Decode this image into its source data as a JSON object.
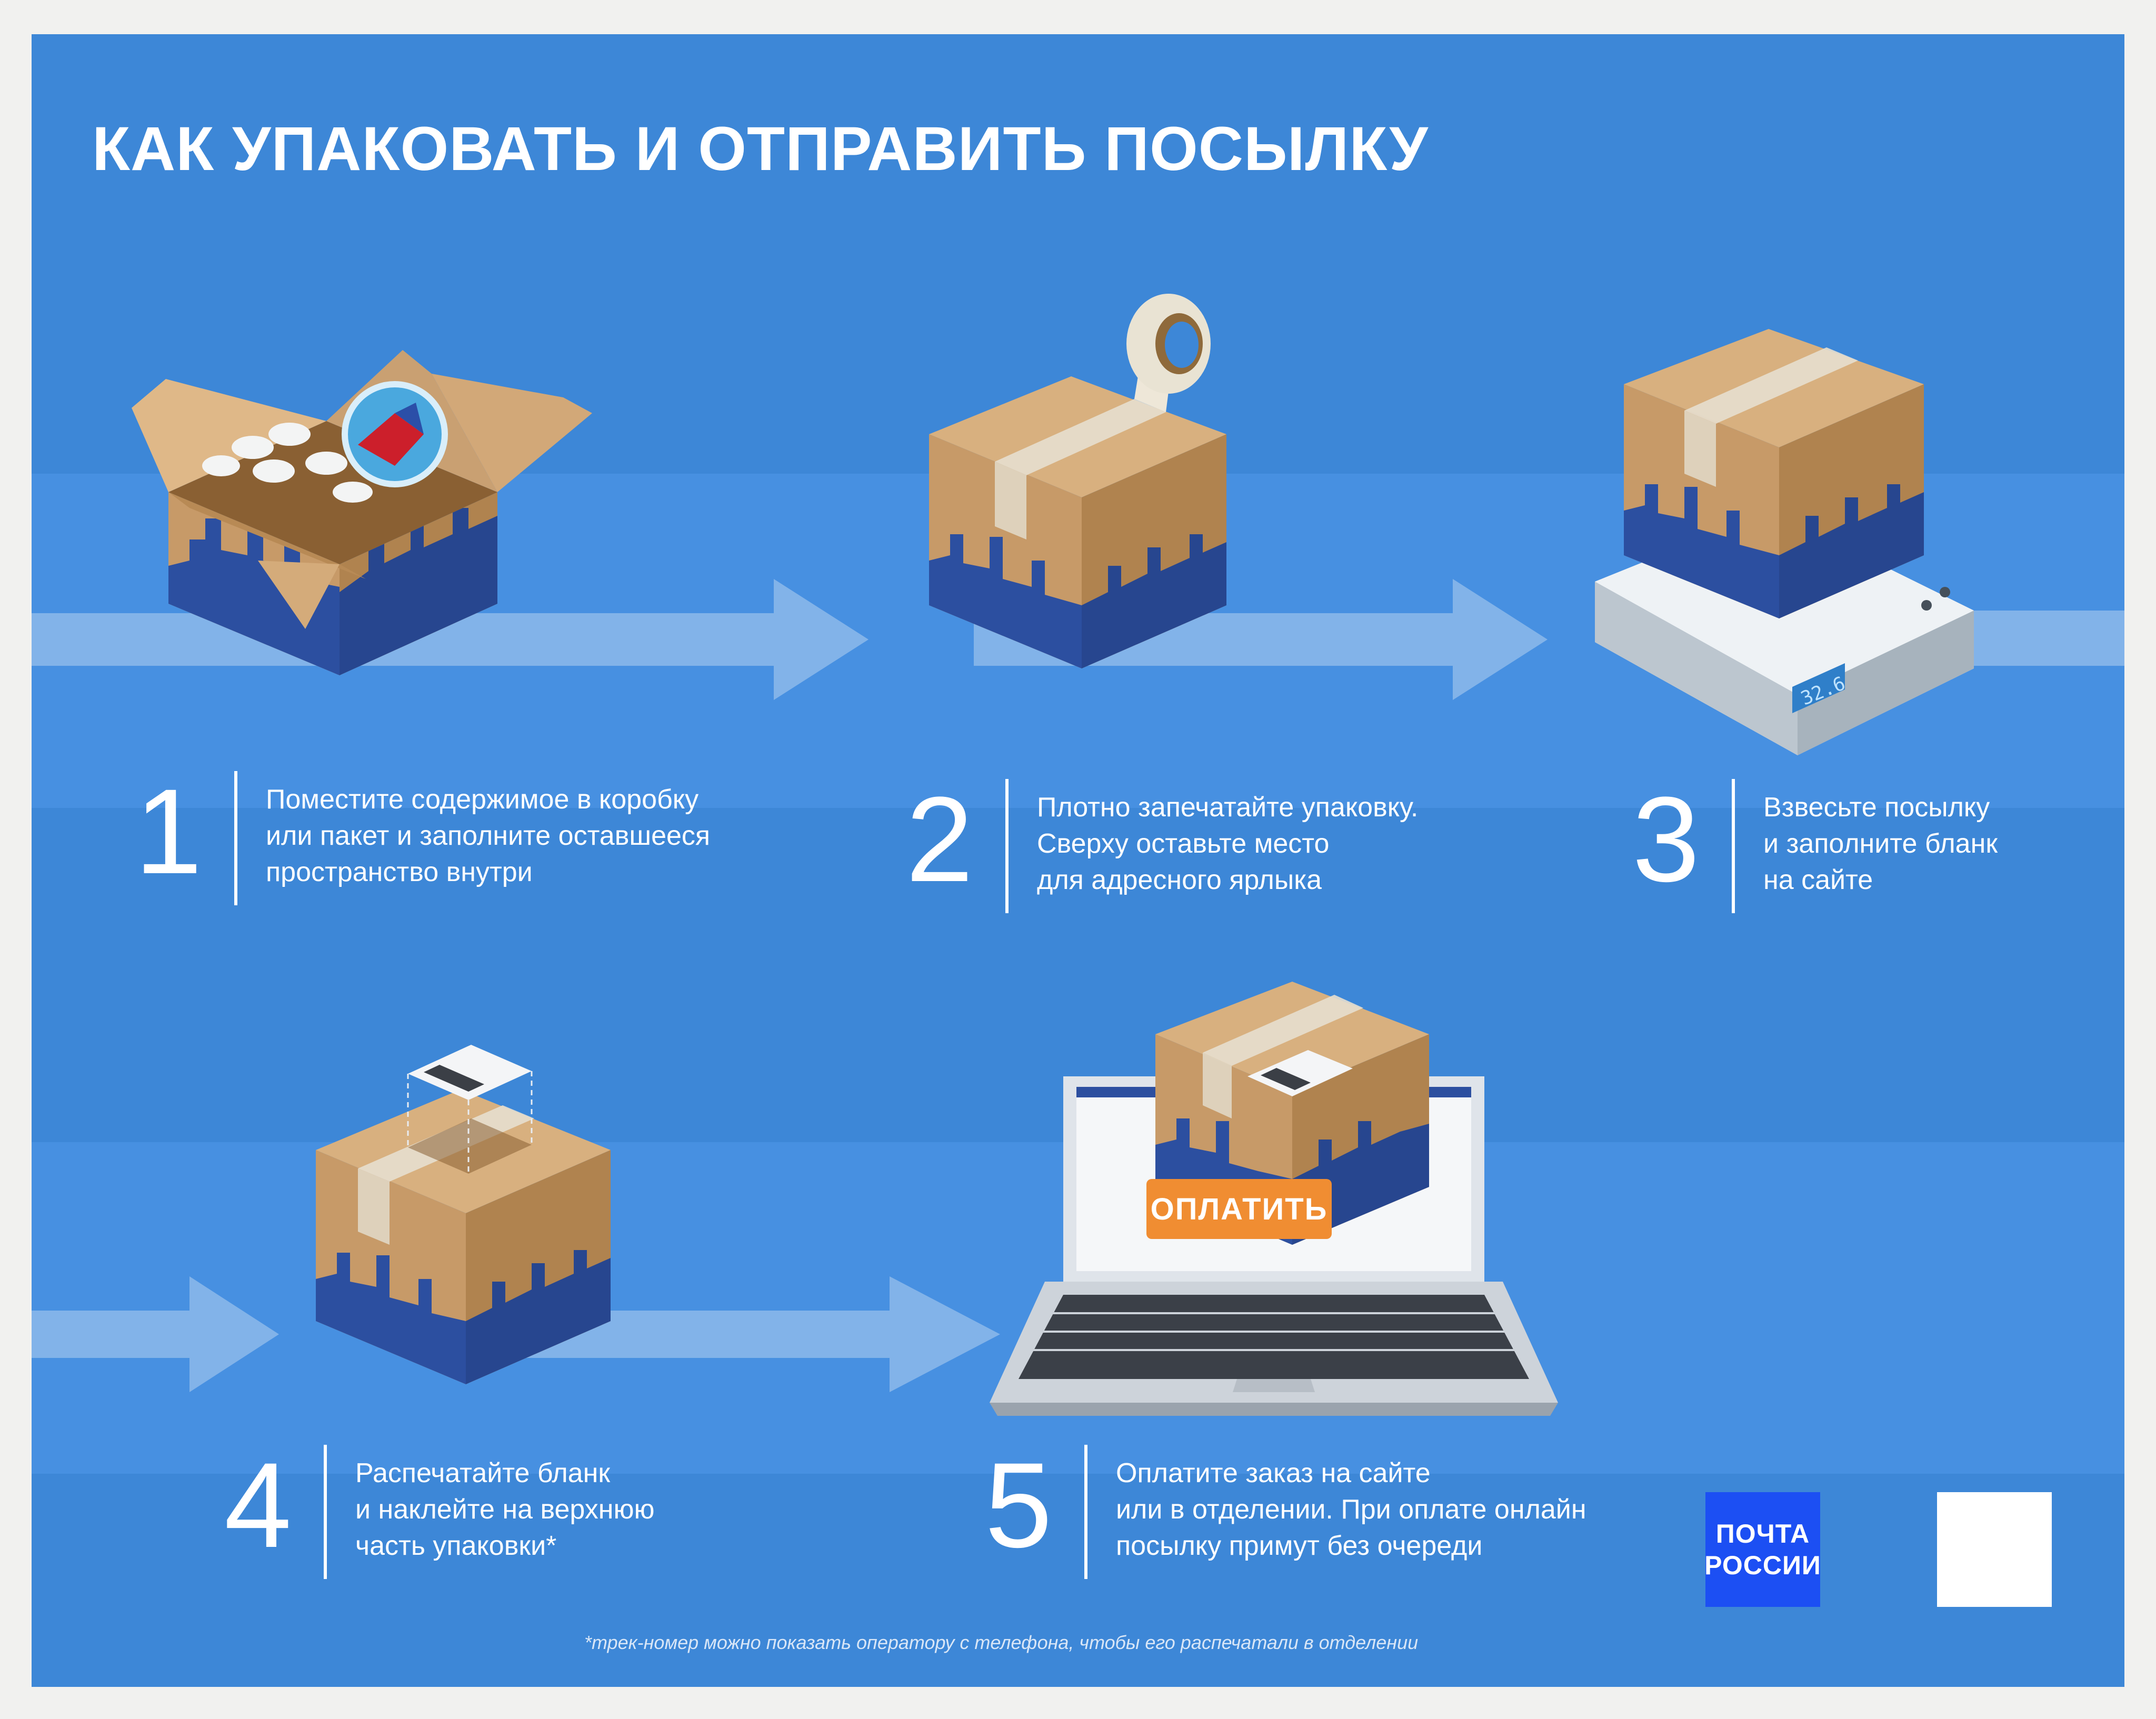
{
  "title": "КАК УПАКОВАТЬ И ОТПРАВИТЬ ПОСЫЛКУ",
  "steps": [
    {
      "number": "1",
      "lines": [
        "Поместите содержимое в коробку",
        "или пакет и заполните оставшееся",
        "пространство внутри"
      ]
    },
    {
      "number": "2",
      "lines": [
        "Плотно запечатайте упаковку.",
        "Сверху оставьте место",
        "для адресного ярлыка"
      ]
    },
    {
      "number": "3",
      "lines": [
        "Взвесьте посылку",
        "и заполните бланк",
        "на сайте"
      ]
    },
    {
      "number": "4",
      "lines": [
        "Распечатайте бланк",
        "и наклейте на верхнюю",
        "часть упаковки*"
      ]
    },
    {
      "number": "5",
      "lines": [
        "Оплатите заказ на сайте",
        "или в отделении. При оплате онлайн",
        "посылку примут без очереди"
      ]
    }
  ],
  "scale_readout": "32.6",
  "pay_button": "ОПЛАТИТЬ",
  "footnote": "*трек-номер можно показать оператору с телефона, чтобы его распечатали в отделении",
  "logo": {
    "line1": "ПОЧТА",
    "line2": "РОССИИ"
  },
  "colors": {
    "background": "#3d87d7",
    "band": "#4790e1",
    "box_front": "#c79a68",
    "box_side": "#b0834f",
    "box_top": "#d8b07f",
    "skyline": "#2c4fa0",
    "button": "#f08d32",
    "logo_blue": "#1c4ff3"
  },
  "icons": [
    "open-box-icon",
    "tape-roll-icon",
    "scale-icon",
    "label-icon",
    "laptop-icon",
    "eagle-emblem-icon"
  ]
}
